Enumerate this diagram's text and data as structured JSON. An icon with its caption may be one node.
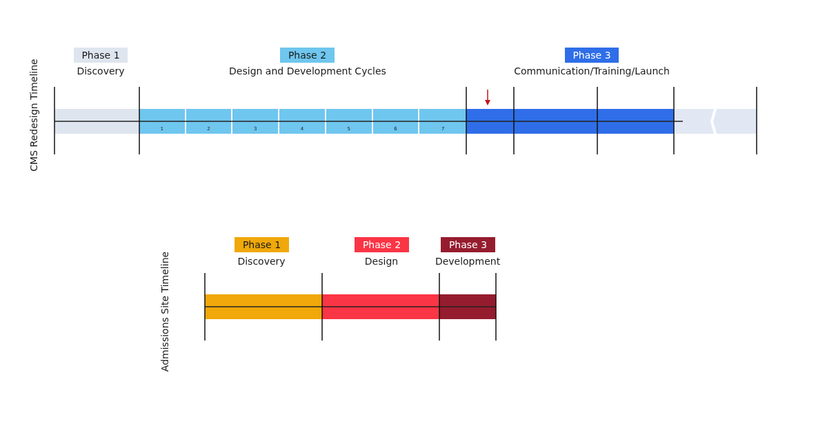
{
  "diagram": {
    "nodes": [
      {
        "text": [
          "Phase 1"
        ],
        "beside": [
          "Discovery"
        ]
      },
      {
        "text": [
          "Phase 2"
        ],
        "beside": [
          "Design and Development Cycles"
        ]
      },
      {
        "text": [
          "Phase 3"
        ],
        "beside": [
          "Communication/Training/Launch"
        ]
      },
      {
        "text": [],
        "shape": "bar"
      },
      {
        "text": [
          "1"
        ]
      },
      {
        "text": [
          "2"
        ]
      },
      {
        "text": [
          "3"
        ]
      },
      {
        "text": [
          "4"
        ]
      },
      {
        "text": [
          "5"
        ]
      },
      {
        "text": [
          "6"
        ]
      },
      {
        "text": [
          "7"
        ]
      },
      {
        "text": [],
        "shape": "bar"
      },
      {
        "text": [],
        "shape": "bar"
      },
      {
        "text": [
          "Phase 1"
        ],
        "beside": [
          "Discovery"
        ]
      },
      {
        "text": [
          "Phase 2"
        ],
        "beside": [
          "Design"
        ]
      },
      {
        "text": [
          "Phase 3"
        ],
        "beside": [
          "Development"
        ]
      },
      {
        "text": [],
        "shape": "bar"
      },
      {
        "text": [],
        "shape": "bar"
      },
      {
        "text": [],
        "shape": "bar"
      }
    ],
    "labels": [
      "CMS Redesign Timeline",
      "Admissions Site Timeline"
    ]
  }
}
